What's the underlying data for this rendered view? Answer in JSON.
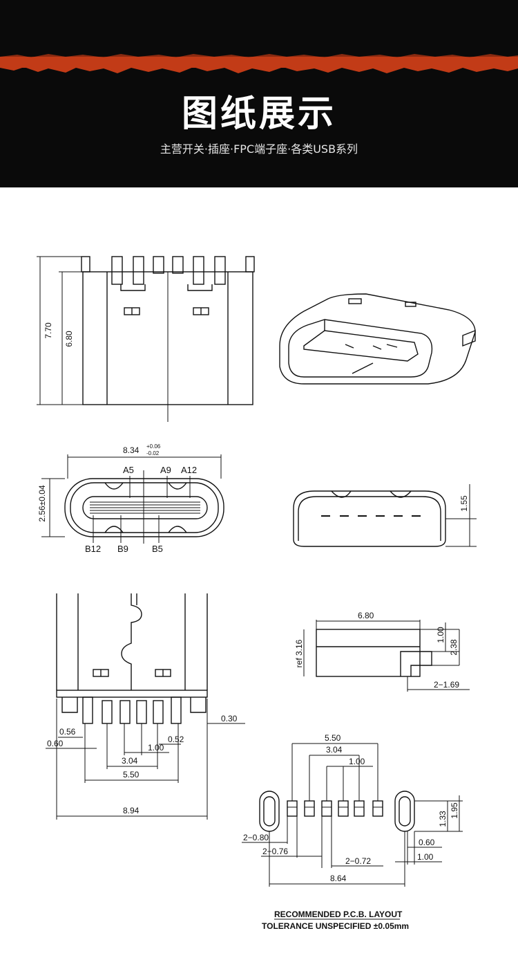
{
  "banner": {
    "title": "图纸展示",
    "subtitle": "主营开关·插座·FPC端子座·各类USB系列",
    "accent_color": "#c23b17",
    "background": "#0a0a0a"
  },
  "drawing": {
    "side_view": {
      "dim_total_height": "7.70",
      "dim_body_height": "6.80"
    },
    "front_view": {
      "dim_width": "8.34",
      "dim_width_tol_plus": "+0.06",
      "dim_width_tol_minus": "-0.02",
      "dim_height": "2.56±0.04",
      "pin_top": [
        "A5",
        "A9",
        "A12"
      ],
      "pin_bottom": [
        "B12",
        "B9",
        "B5"
      ]
    },
    "end_view": {
      "dim_height": "1.55"
    },
    "top_view": {
      "dim_056": "0.56",
      "dim_060": "0.60",
      "dim_052": "0.52",
      "dim_100": "1.00",
      "dim_304": "3.04",
      "dim_550": "5.50",
      "dim_894": "8.94",
      "dim_030": "0.30"
    },
    "side_small": {
      "dim_680": "6.80",
      "dim_316": "ref 3.16",
      "dim_100": "1.00",
      "dim_238": "2.38",
      "dim_169": "2−1.69"
    },
    "pcb_layout": {
      "dim_550": "5.50",
      "dim_304": "3.04",
      "dim_100": "1.00",
      "dim_133": "1.33",
      "dim_195": "1.95",
      "dim_080": "2−0.80",
      "dim_076": "2−0.76",
      "dim_072": "2−0.72",
      "dim_060": "0.60",
      "dim_100b": "1.00",
      "dim_864": "8.64",
      "note_title": "RECOMMENDED  P.C.B.  LAYOUT",
      "note_tolerance": "TOLERANCE  UNSPECIFIED  ±0.05mm"
    }
  }
}
